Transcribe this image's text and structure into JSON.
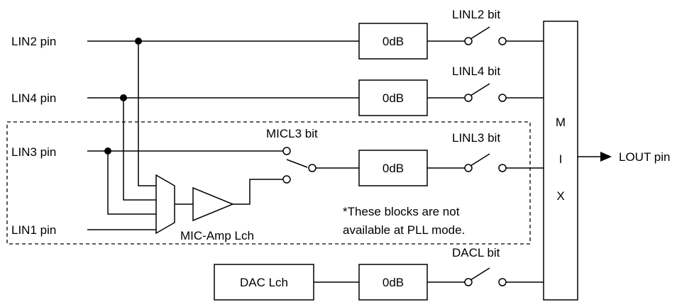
{
  "pins": {
    "lin2": "LIN2 pin",
    "lin4": "LIN4 pin",
    "lin3": "LIN3 pin",
    "lin1": "LIN1 pin",
    "lout": "LOUT pin"
  },
  "blocks": {
    "gain": "0dB",
    "dac": "DAC Lch",
    "mix_letters": [
      "M",
      "I",
      "X"
    ],
    "mic_amp": "MIC-Amp Lch"
  },
  "bits": {
    "linl2": "LINL2 bit",
    "linl4": "LINL4 bit",
    "micl3": "MICL3 bit",
    "linl3": "LINL3 bit",
    "dacl": "DACL bit"
  },
  "note": {
    "line1": "*These blocks are not",
    "line2": "available at PLL mode."
  }
}
